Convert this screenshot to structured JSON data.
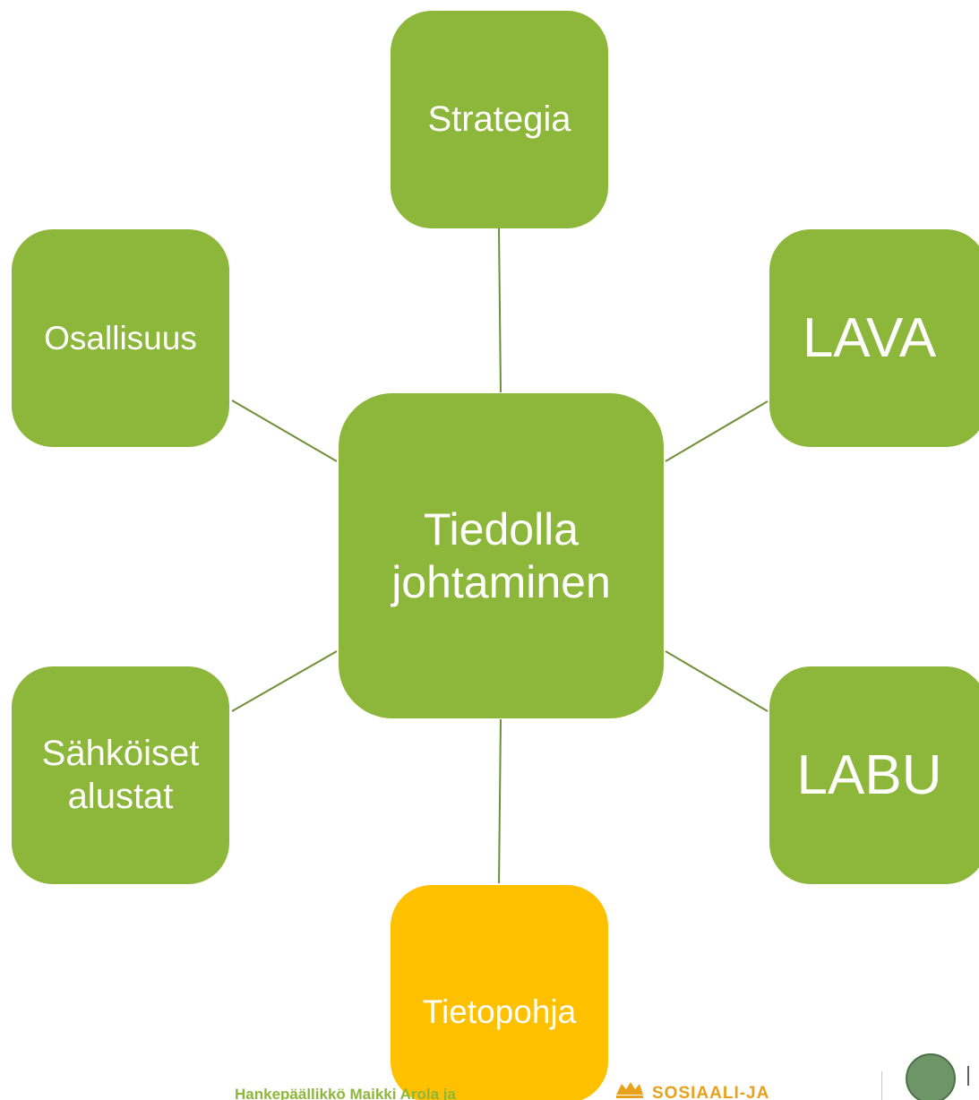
{
  "diagram": {
    "center": {
      "label_line1": "Tiedolla",
      "label_line2": "johtaminen"
    },
    "nodes": {
      "strategia": "Strategia",
      "osallisuus": "Osallisuus",
      "lava": "LAVA",
      "sahkoiset_line1": "Sähköiset",
      "sahkoiset_line2": "alustat",
      "labu": "LABU",
      "tietopohja": "Tietopohja"
    }
  },
  "footer": {
    "credit": "Hankepäällikkö Maikki Arola ja",
    "brand": "SOSIAALI-JA"
  },
  "colors": {
    "green": "#8db73a",
    "yellow": "#ffc000",
    "text": "#ffffff",
    "connector": "#6e8f37"
  }
}
